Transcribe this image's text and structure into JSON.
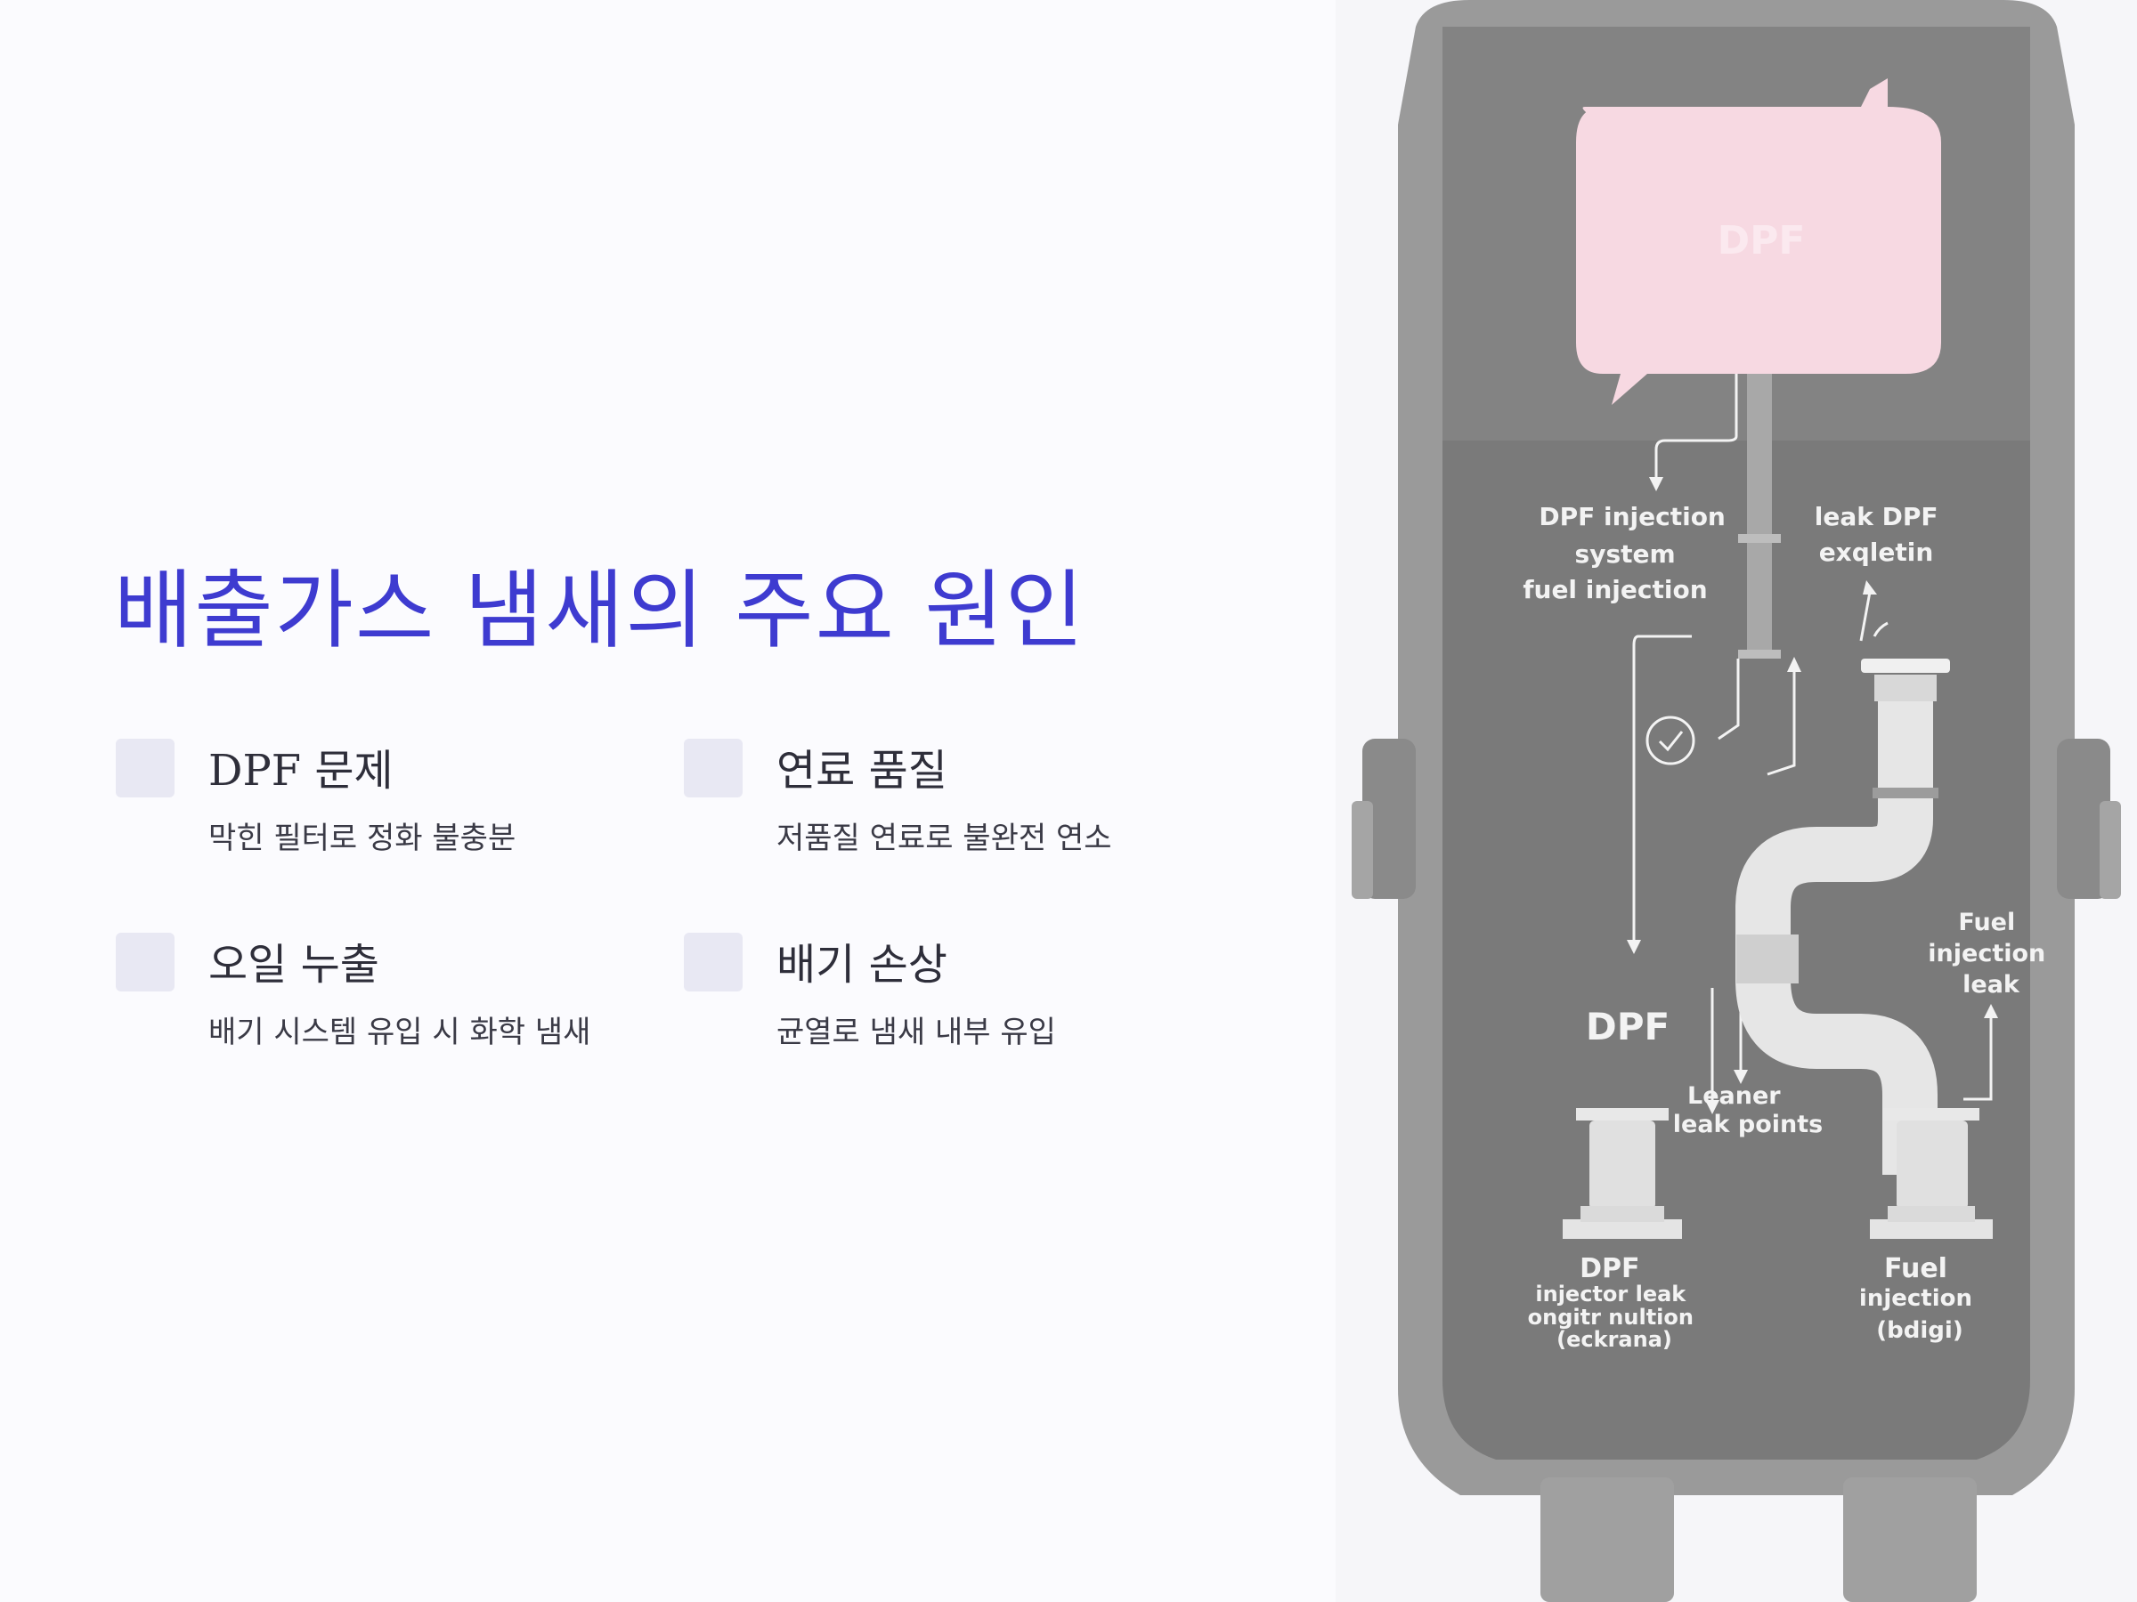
{
  "title": "배출가스 냄새의 주요 원인",
  "causes": [
    {
      "title": "DPF 문제",
      "desc": "막힌 필터로 정화 불충분"
    },
    {
      "title": "연료 품질",
      "desc": "저품질 연료로 불완전 연소"
    },
    {
      "title": "오일 누출",
      "desc": "배기 시스템 유입 시 화학 냄새"
    },
    {
      "title": "배기 손상",
      "desc": "균열로 냄새 내부 유입"
    }
  ],
  "illustration": {
    "tank_label": "DPF",
    "label_injection_system": [
      "DPF injection",
      "system",
      "fuel injection"
    ],
    "label_leak_dpf": [
      "leak DPF",
      "exqletin"
    ],
    "label_fuel_leak": [
      "Fuel",
      "injection",
      "leak"
    ],
    "label_dpf_mid": "DPF",
    "label_leaner": [
      "Leaner",
      "leak points"
    ],
    "label_bottom_left": [
      "DPF",
      "injector leak",
      "ongitr nultion",
      "(eckrana)"
    ],
    "label_bottom_right": [
      "Fuel",
      "injection",
      "(bdigi)"
    ],
    "colors": {
      "body": "#8e8e8e",
      "inner": "#757575",
      "tank": "#f7d9e2",
      "pipe": "#e6e6e6"
    }
  }
}
